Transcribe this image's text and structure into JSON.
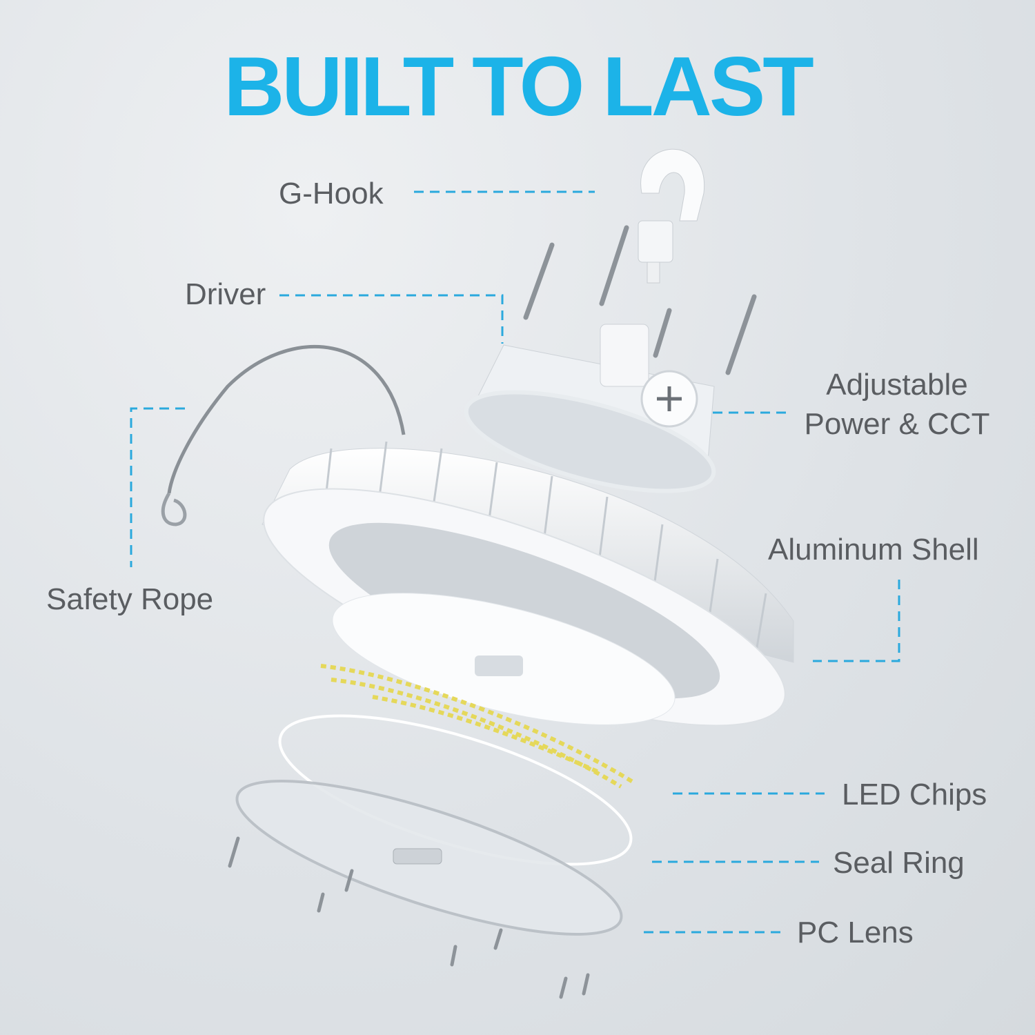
{
  "title": "BUILT TO LAST",
  "accent_color": "#1cb3e8",
  "labels": {
    "g_hook": "G-Hook",
    "driver": "Driver",
    "safety_rope": "Safety Rope",
    "adjustable_line1": "Adjustable",
    "adjustable_line2": "Power & CCT",
    "aluminum_shell": "Aluminum Shell",
    "led_chips": "LED Chips",
    "seal_ring": "Seal Ring",
    "pc_lens": "PC Lens"
  }
}
